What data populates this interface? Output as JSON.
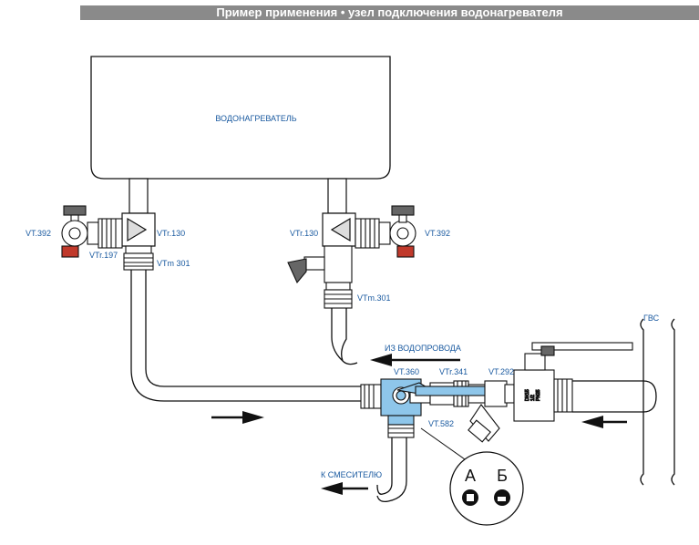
{
  "header": {
    "title": "Пример применения • узел подключения водонагревателя"
  },
  "labels": {
    "heater": "ВОДОНАГРЕВАТЕЛЬ",
    "vt392_left": "VT.392",
    "vtr197": "VTr.197",
    "vtr130_left": "VTr.130",
    "vtm301_left": "VTm 301",
    "vtr130_right": "VTr.130",
    "vt392_right": "VT.392",
    "vtm301_right": "VTm.301",
    "from_water_supply": "ИЗ ВОДОПРОВОДА",
    "vt360": "VT.360",
    "vtr341": "VTr.341",
    "vt292": "VT.292",
    "vt582": "VT.582",
    "to_mixer": "К СМЕСИТЕЛЮ",
    "gvs": "ГВС",
    "variant_a": "А",
    "variant_b": "Б",
    "dn_marks": [
      "DN15",
      "1/2",
      "PN25"
    ]
  },
  "colors": {
    "header_bg": "#8a8a8a",
    "label_blue": "#1a5aa0",
    "highlight_blue": "#8ec6ea",
    "valve_red": "#c0392b"
  }
}
